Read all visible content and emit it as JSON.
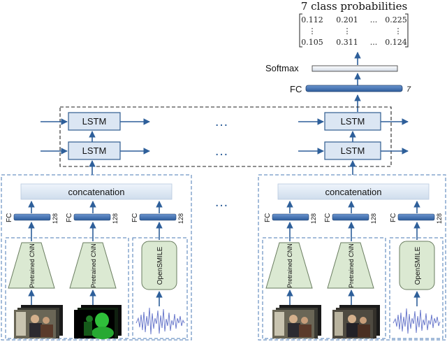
{
  "title": "7 class probabilities",
  "matrix": {
    "row1": [
      "0.112",
      "0.201",
      "...",
      "0.225"
    ],
    "row2": [
      "⋮",
      "⋮",
      "",
      "⋮"
    ],
    "row3": [
      "0.105",
      "0.311",
      "...",
      "0.124"
    ]
  },
  "softmax_label": "Softmax",
  "fc_top_label": "FC",
  "fc_top_dim": "7",
  "lstm_label": "LSTM",
  "ellipsis": "…",
  "concat_label": "concatenation",
  "fc_label": "FC",
  "fc_dim": "128",
  "cnn_label": "Pretrained CNN",
  "opensmile_label": "OpenSMILE",
  "colors": {
    "lstm_fill": "#dbe6f3",
    "lstm_border": "#2f5c8f",
    "arrow": "#2e5f9a",
    "fc_bar": "#3a6fb5",
    "cnn_fill": "#dbe9d2",
    "cnn_border": "#6a7d60",
    "dashed": "#4a7ab5"
  }
}
